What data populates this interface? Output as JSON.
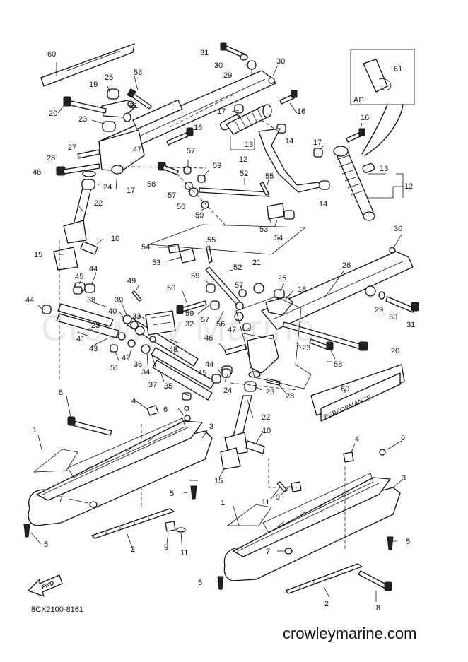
{
  "watermark": "Crowley Marine",
  "diagram_code": "8CX2100-8161",
  "site": "crowleymarine.com",
  "inset_label": "AP",
  "fwd_label": "FWD",
  "ski_logo": "PERFORMANCE",
  "callouts": [
    {
      "id": "60",
      "label": "60"
    },
    {
      "id": "31",
      "label": "31"
    },
    {
      "id": "30",
      "label": "30"
    },
    {
      "id": "29",
      "label": "29"
    },
    {
      "id": "30",
      "label": "30"
    },
    {
      "id": "25",
      "label": "25"
    },
    {
      "id": "58",
      "label": "58"
    },
    {
      "id": "19",
      "label": "19"
    },
    {
      "id": "21",
      "label": "21"
    },
    {
      "id": "20",
      "label": "20"
    },
    {
      "id": "16",
      "label": "16"
    },
    {
      "id": "17",
      "label": "17"
    },
    {
      "id": "23",
      "label": "23"
    },
    {
      "id": "16",
      "label": "16"
    },
    {
      "id": "13",
      "label": "13"
    },
    {
      "id": "14",
      "label": "14"
    },
    {
      "id": "12",
      "label": "12"
    },
    {
      "id": "27",
      "label": "27"
    },
    {
      "id": "47",
      "label": "47"
    },
    {
      "id": "28",
      "label": "28"
    },
    {
      "id": "57",
      "label": "57"
    },
    {
      "id": "46",
      "label": "46"
    },
    {
      "id": "58",
      "label": "58"
    },
    {
      "id": "59",
      "label": "59"
    },
    {
      "id": "52",
      "label": "52"
    },
    {
      "id": "55",
      "label": "55"
    },
    {
      "id": "24",
      "label": "24"
    },
    {
      "id": "17",
      "label": "17"
    },
    {
      "id": "57",
      "label": "57"
    },
    {
      "id": "56",
      "label": "56"
    },
    {
      "id": "59",
      "label": "59"
    },
    {
      "id": "22",
      "label": "22"
    },
    {
      "id": "53",
      "label": "53"
    },
    {
      "id": "54",
      "label": "54"
    },
    {
      "id": "61",
      "label": "61"
    },
    {
      "id": "16",
      "label": "16"
    },
    {
      "id": "17",
      "label": "17"
    },
    {
      "id": "13",
      "label": "13"
    },
    {
      "id": "12",
      "label": "12"
    },
    {
      "id": "14",
      "label": "14"
    },
    {
      "id": "30",
      "label": "30"
    },
    {
      "id": "10",
      "label": "10"
    },
    {
      "id": "54",
      "label": "54"
    },
    {
      "id": "55",
      "label": "55"
    },
    {
      "id": "15",
      "label": "15"
    },
    {
      "id": "53",
      "label": "53"
    },
    {
      "id": "52",
      "label": "52"
    },
    {
      "id": "26",
      "label": "26"
    },
    {
      "id": "45",
      "label": "45"
    },
    {
      "id": "44",
      "label": "44"
    },
    {
      "id": "21",
      "label": "21"
    },
    {
      "id": "25",
      "label": "25"
    },
    {
      "id": "59",
      "label": "59"
    },
    {
      "id": "49",
      "label": "49"
    },
    {
      "id": "50",
      "label": "50"
    },
    {
      "id": "57",
      "label": "57"
    },
    {
      "id": "18",
      "label": "18"
    },
    {
      "id": "44",
      "label": "44"
    },
    {
      "id": "38",
      "label": "38"
    },
    {
      "id": "39",
      "label": "39"
    },
    {
      "id": "40",
      "label": "40"
    },
    {
      "id": "33",
      "label": "33"
    },
    {
      "id": "59",
      "label": "59"
    },
    {
      "id": "57",
      "label": "57"
    },
    {
      "id": "56",
      "label": "56"
    },
    {
      "id": "47",
      "label": "47"
    },
    {
      "id": "29",
      "label": "29"
    },
    {
      "id": "30",
      "label": "30"
    },
    {
      "id": "31",
      "label": "31"
    },
    {
      "id": "23",
      "label": "23"
    },
    {
      "id": "41",
      "label": "41"
    },
    {
      "id": "43",
      "label": "43"
    },
    {
      "id": "42",
      "label": "42"
    },
    {
      "id": "34",
      "label": "34"
    },
    {
      "id": "36",
      "label": "36"
    },
    {
      "id": "32",
      "label": "32"
    },
    {
      "id": "48",
      "label": "48"
    },
    {
      "id": "46",
      "label": "46"
    },
    {
      "id": "23",
      "label": "23"
    },
    {
      "id": "58",
      "label": "58"
    },
    {
      "id": "20",
      "label": "20"
    },
    {
      "id": "51",
      "label": "51"
    },
    {
      "id": "37",
      "label": "37"
    },
    {
      "id": "35",
      "label": "35"
    },
    {
      "id": "44",
      "label": "44"
    },
    {
      "id": "45",
      "label": "45"
    },
    {
      "id": "24",
      "label": "24"
    },
    {
      "id": "28",
      "label": "28"
    },
    {
      "id": "23",
      "label": "23"
    },
    {
      "id": "8",
      "label": "8"
    },
    {
      "id": "4",
      "label": "4"
    },
    {
      "id": "6",
      "label": "6"
    },
    {
      "id": "60",
      "label": "60"
    },
    {
      "id": "22",
      "label": "22"
    },
    {
      "id": "1",
      "label": "1"
    },
    {
      "id": "3",
      "label": "3"
    },
    {
      "id": "10",
      "label": "10"
    },
    {
      "id": "4",
      "label": "4"
    },
    {
      "id": "6",
      "label": "6"
    },
    {
      "id": "15",
      "label": "15"
    },
    {
      "id": "3",
      "label": "3"
    },
    {
      "id": "7",
      "label": "7"
    },
    {
      "id": "5",
      "label": "5"
    },
    {
      "id": "11",
      "label": "11"
    },
    {
      "id": "9",
      "label": "9"
    },
    {
      "id": "1",
      "label": "1"
    },
    {
      "id": "5",
      "label": "5"
    },
    {
      "id": "2",
      "label": "2"
    },
    {
      "id": "9",
      "label": "9"
    },
    {
      "id": "11",
      "label": "11"
    },
    {
      "id": "7",
      "label": "7"
    },
    {
      "id": "5",
      "label": "5"
    },
    {
      "id": "5",
      "label": "5"
    },
    {
      "id": "2",
      "label": "2"
    },
    {
      "id": "8",
      "label": "8"
    }
  ]
}
